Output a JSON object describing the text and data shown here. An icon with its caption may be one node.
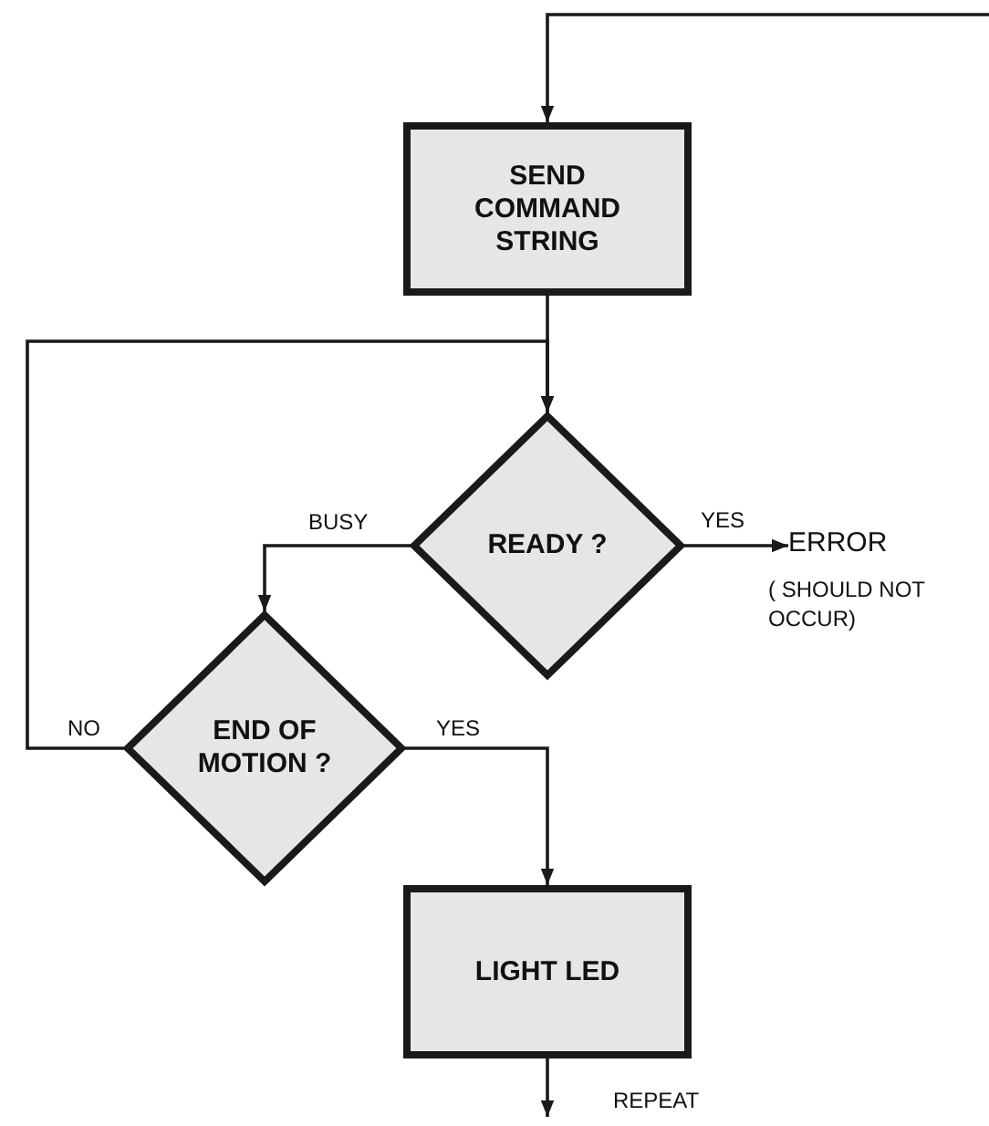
{
  "diagram": {
    "nodes": [
      {
        "text": [
          "SEND COMMAND STRING"
        ]
      },
      {
        "text": [
          "READY ?"
        ]
      },
      {
        "text": [
          "ERROR"
        ],
        "beside": [
          "( SHOULD NOT OCCUR)"
        ]
      },
      {
        "text": [
          "END OF MOTION ?"
        ]
      },
      {
        "text": [
          "LIGHT LED"
        ]
      }
    ],
    "edges": [
      {
        "from": null,
        "to": 0,
        "arrow": "to"
      },
      {
        "from": 0,
        "to": 1,
        "arrow": "to"
      },
      {
        "from": 1,
        "to": 2,
        "arrow": "to",
        "label": "YES"
      },
      {
        "from": 1,
        "to": 3,
        "arrow": "to",
        "label": "BUSY"
      },
      {
        "from": 3,
        "to": 1,
        "arrow": "to",
        "label": "NO"
      },
      {
        "from": 3,
        "to": 4,
        "arrow": "to",
        "label": "YES"
      },
      {
        "from": 4,
        "to": null,
        "arrow": "to",
        "label": "REPEAT"
      }
    ]
  }
}
